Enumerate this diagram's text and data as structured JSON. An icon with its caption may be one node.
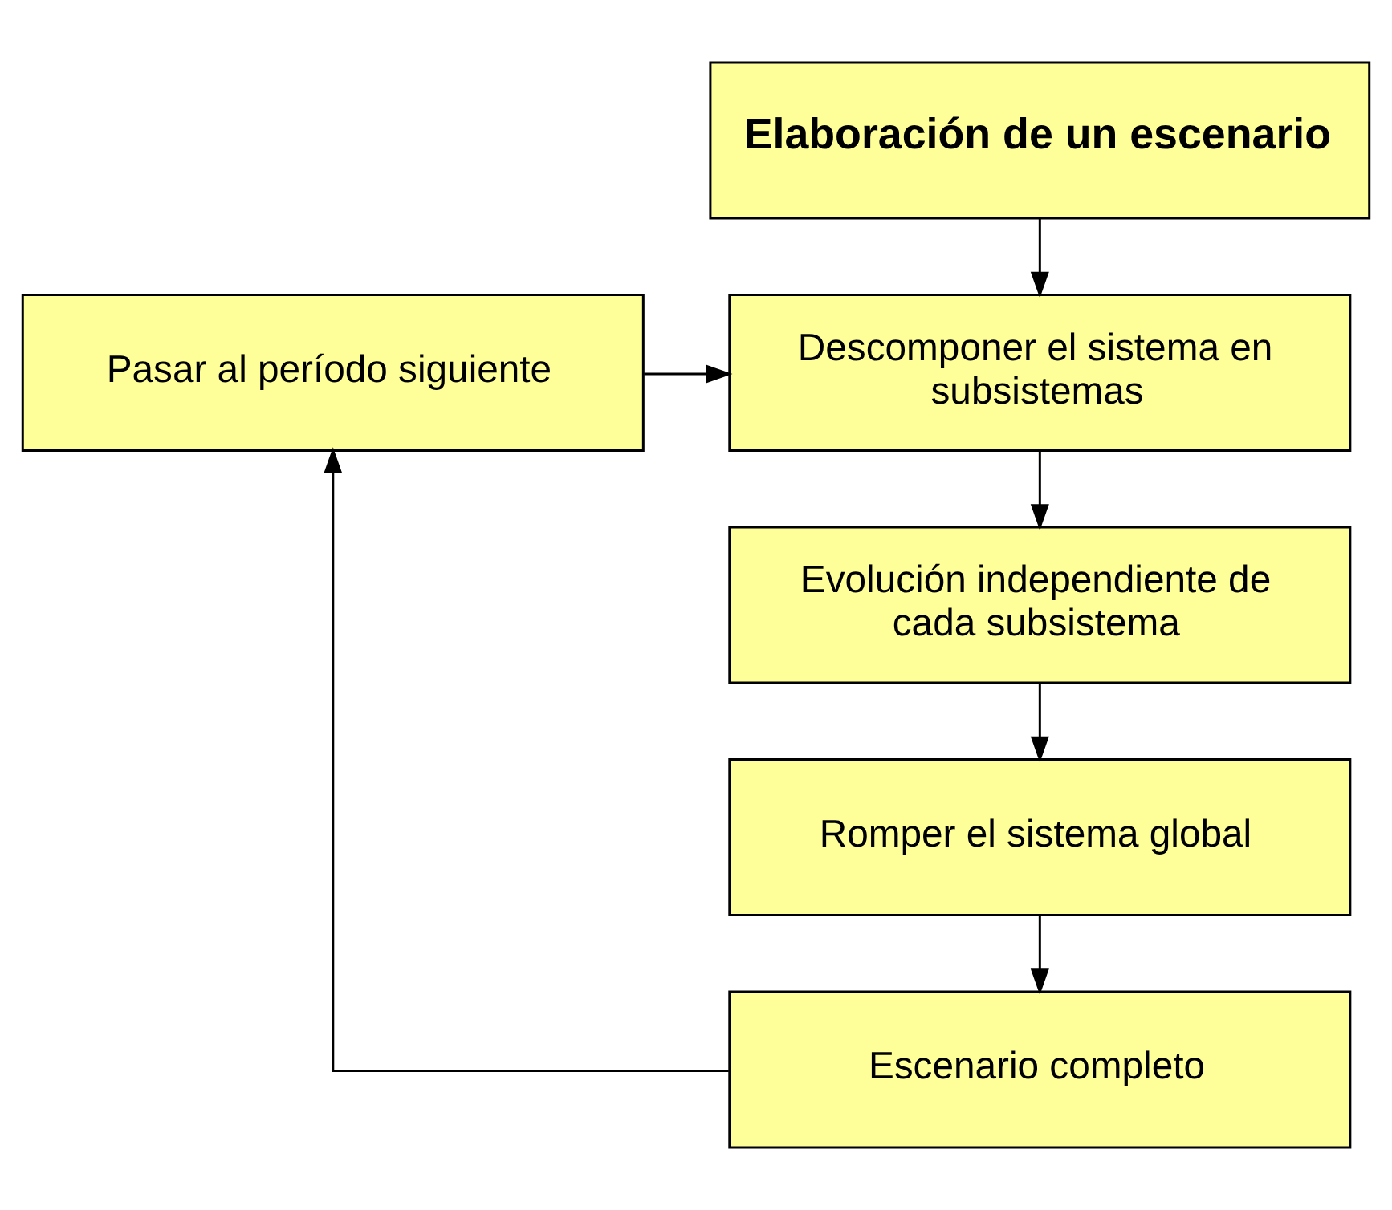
{
  "diagram": {
    "nodes": [
      {
        "text": [
          "Elaboración de un escenario"
        ]
      },
      {
        "text": [
          "Pasar al período siguiente"
        ]
      },
      {
        "text": [
          "Descomponer el sistema en subsistemas"
        ]
      },
      {
        "text": [
          "Evolución independiente de cada subsistema"
        ]
      },
      {
        "text": [
          "Romper el sistema global"
        ]
      },
      {
        "text": [
          "Escenario completo"
        ]
      }
    ],
    "edges": [
      {
        "from": 0,
        "to": 2,
        "arrow": "to"
      },
      {
        "from": 1,
        "to": 2,
        "arrow": "to"
      },
      {
        "from": 2,
        "to": 3,
        "arrow": "to"
      },
      {
        "from": 3,
        "to": 4,
        "arrow": "to"
      },
      {
        "from": 4,
        "to": 5,
        "arrow": "to"
      },
      {
        "from": 5,
        "to": 1,
        "arrow": "to"
      }
    ]
  }
}
